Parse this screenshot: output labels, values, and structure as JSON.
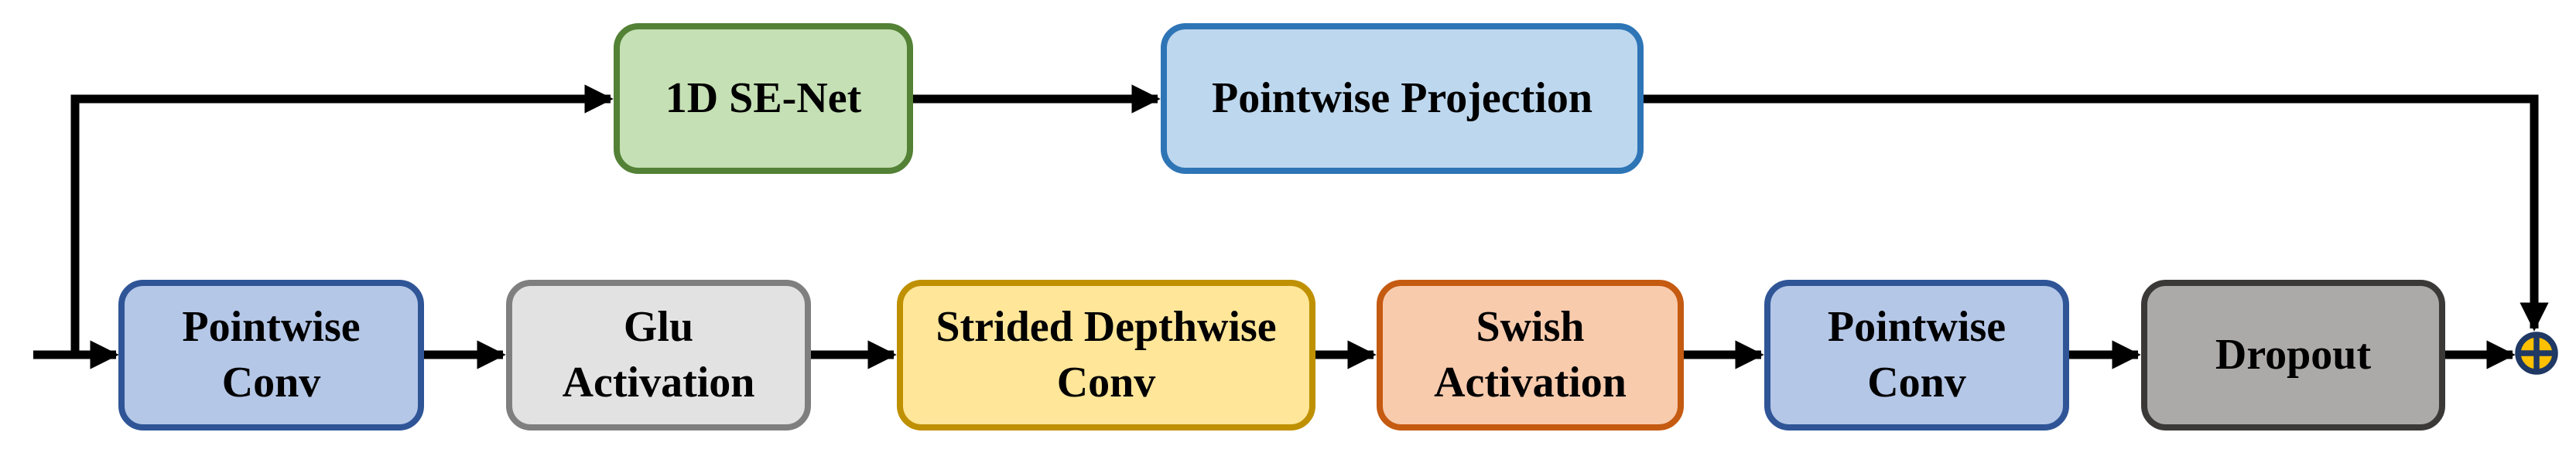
{
  "diagram": {
    "nodes": [
      {
        "id": "se-net",
        "label": "1D SE-Net",
        "fill": "#C5E0B4",
        "border": "#538135"
      },
      {
        "id": "pointwise-projection",
        "label": "Pointwise Projection",
        "fill": "#BDD7EE",
        "border": "#2E75B6"
      },
      {
        "id": "pointwise-conv-1",
        "label": "Pointwise\nConv",
        "fill": "#B4C7E7",
        "border": "#2F5597"
      },
      {
        "id": "glu-activation",
        "label": "Glu\nActivation",
        "fill": "#E2E2E2",
        "border": "#7F7F7F"
      },
      {
        "id": "strided-depthwise-conv",
        "label": "Strided Depthwise\nConv",
        "fill": "#FFE699",
        "border": "#BF9000"
      },
      {
        "id": "swish-activation",
        "label": "Swish\nActivation",
        "fill": "#F8CBAD",
        "border": "#C55A11"
      },
      {
        "id": "pointwise-conv-2",
        "label": "Pointwise\nConv",
        "fill": "#B4C7E7",
        "border": "#2F5597"
      },
      {
        "id": "dropout",
        "label": "Dropout",
        "fill": "#ACA9A9",
        "border": "#3B3838"
      }
    ],
    "operator": {
      "id": "add",
      "glyph": "⊕",
      "fill": "#FFC000",
      "stroke": "#1F3864"
    },
    "line_color": "#000000",
    "edges": [
      {
        "from": "input",
        "to": "pointwise-conv-1"
      },
      {
        "from": "input",
        "to": "se-net"
      },
      {
        "from": "se-net",
        "to": "pointwise-projection"
      },
      {
        "from": "pointwise-projection",
        "to": "add"
      },
      {
        "from": "pointwise-conv-1",
        "to": "glu-activation"
      },
      {
        "from": "glu-activation",
        "to": "strided-depthwise-conv"
      },
      {
        "from": "strided-depthwise-conv",
        "to": "swish-activation"
      },
      {
        "from": "swish-activation",
        "to": "pointwise-conv-2"
      },
      {
        "from": "pointwise-conv-2",
        "to": "dropout"
      },
      {
        "from": "dropout",
        "to": "add"
      }
    ]
  }
}
